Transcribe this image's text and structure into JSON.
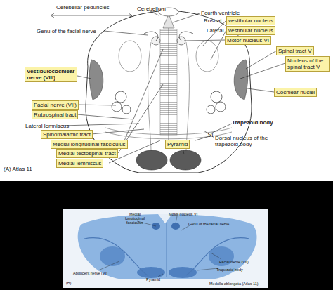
{
  "diagram": {
    "nodes": [
      {
        "text": [
          "vestibular nucleus"
        ]
      },
      {
        "text": [
          "vestibular nucleus"
        ]
      },
      {
        "text": [
          "Motor nucleus VI"
        ]
      },
      {
        "text": [
          "Spinal tract V"
        ]
      },
      {
        "text": [
          "Nucleus of the spinal tract V"
        ]
      },
      {
        "text": [
          "Vestibulocochlear nerve (VIII)"
        ]
      },
      {
        "text": [
          "Cochlear nuclei"
        ]
      },
      {
        "text": [
          "Facial nerve (VII)"
        ]
      },
      {
        "text": [
          "Rubrospinal tract"
        ]
      },
      {
        "text": [
          "Spinothalamic tract"
        ]
      },
      {
        "text": [
          "Medial longitudinal fasciculus"
        ]
      },
      {
        "text": [
          "Pyramid"
        ]
      },
      {
        "text": [
          "Medial tectospinal tract"
        ]
      },
      {
        "text": [
          "Medial lemniscus"
        ]
      }
    ],
    "labels": [
      "Cerebellar peduncles",
      "Cerebellum",
      "Fourth ventricle",
      "Genu of the facial nerve",
      "Rostral",
      "Lateral",
      "Lateral lemniscus",
      "Trapezoid body",
      "VI",
      "Dorsal nucleus of the trapezoid body",
      "(A) Atlas 11",
      "Medial longitudinal fasciculus",
      "Motor nucleus VI",
      "Genu of the facial nerve",
      "Facial nerve (VII)",
      "Abducent nerve (VI)",
      "Trapezoid body",
      "Pyramid",
      "(B)",
      "Medulla oblongata (Atlas 11)"
    ]
  }
}
